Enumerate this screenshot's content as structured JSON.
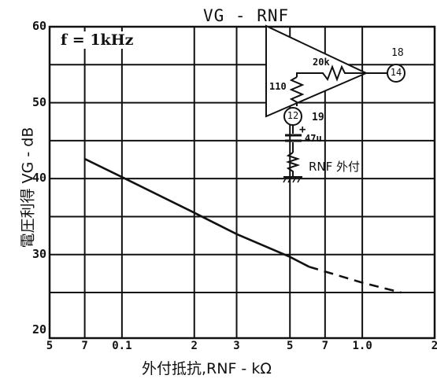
{
  "chart_data": {
    "type": "line",
    "title": "VG - RNF",
    "xlabel": "外付抵抗,RNF - kΩ",
    "ylabel": "電圧利得 VG - dB",
    "annotation": "f = 1kHz",
    "x_scale": "log",
    "xlim": [
      0.05,
      2.0
    ],
    "ylim": [
      19,
      60
    ],
    "x_tick_labels": [
      {
        "value": 0.05,
        "label": "5"
      },
      {
        "value": 0.07,
        "label": "7"
      },
      {
        "value": 0.1,
        "label": "0.1"
      },
      {
        "value": 0.2,
        "label": "2"
      },
      {
        "value": 0.3,
        "label": "3"
      },
      {
        "value": 0.5,
        "label": "5"
      },
      {
        "value": 0.7,
        "label": "7"
      },
      {
        "value": 1.0,
        "label": "1.0"
      },
      {
        "value": 2.0,
        "label": "2"
      }
    ],
    "y_tick_labels": [
      {
        "value": 20,
        "label": "20"
      },
      {
        "value": 30,
        "label": "30"
      },
      {
        "value": 40,
        "label": "40"
      },
      {
        "value": 50,
        "label": "50"
      },
      {
        "value": 60,
        "label": "60"
      }
    ],
    "series": [
      {
        "style": "solid",
        "points": [
          [
            0.07,
            42.6
          ],
          [
            0.1,
            40.2
          ],
          [
            0.2,
            35.5
          ],
          [
            0.3,
            32.7
          ],
          [
            0.5,
            29.7
          ],
          [
            0.6,
            28.4
          ]
        ]
      },
      {
        "style": "dashed",
        "points": [
          [
            0.6,
            28.4
          ],
          [
            1.0,
            26.3
          ],
          [
            1.45,
            25.0
          ]
        ]
      }
    ],
    "grid": true
  },
  "inset": {
    "feedback_resistor": "20k",
    "input_resistor": "110",
    "capacitor": "47u",
    "pin_out": "14",
    "pin_out_number": "18",
    "pin_in": "12",
    "pin_in_number": "19",
    "plus_sign": "+",
    "external_resistor_label": "RNF 外付"
  }
}
